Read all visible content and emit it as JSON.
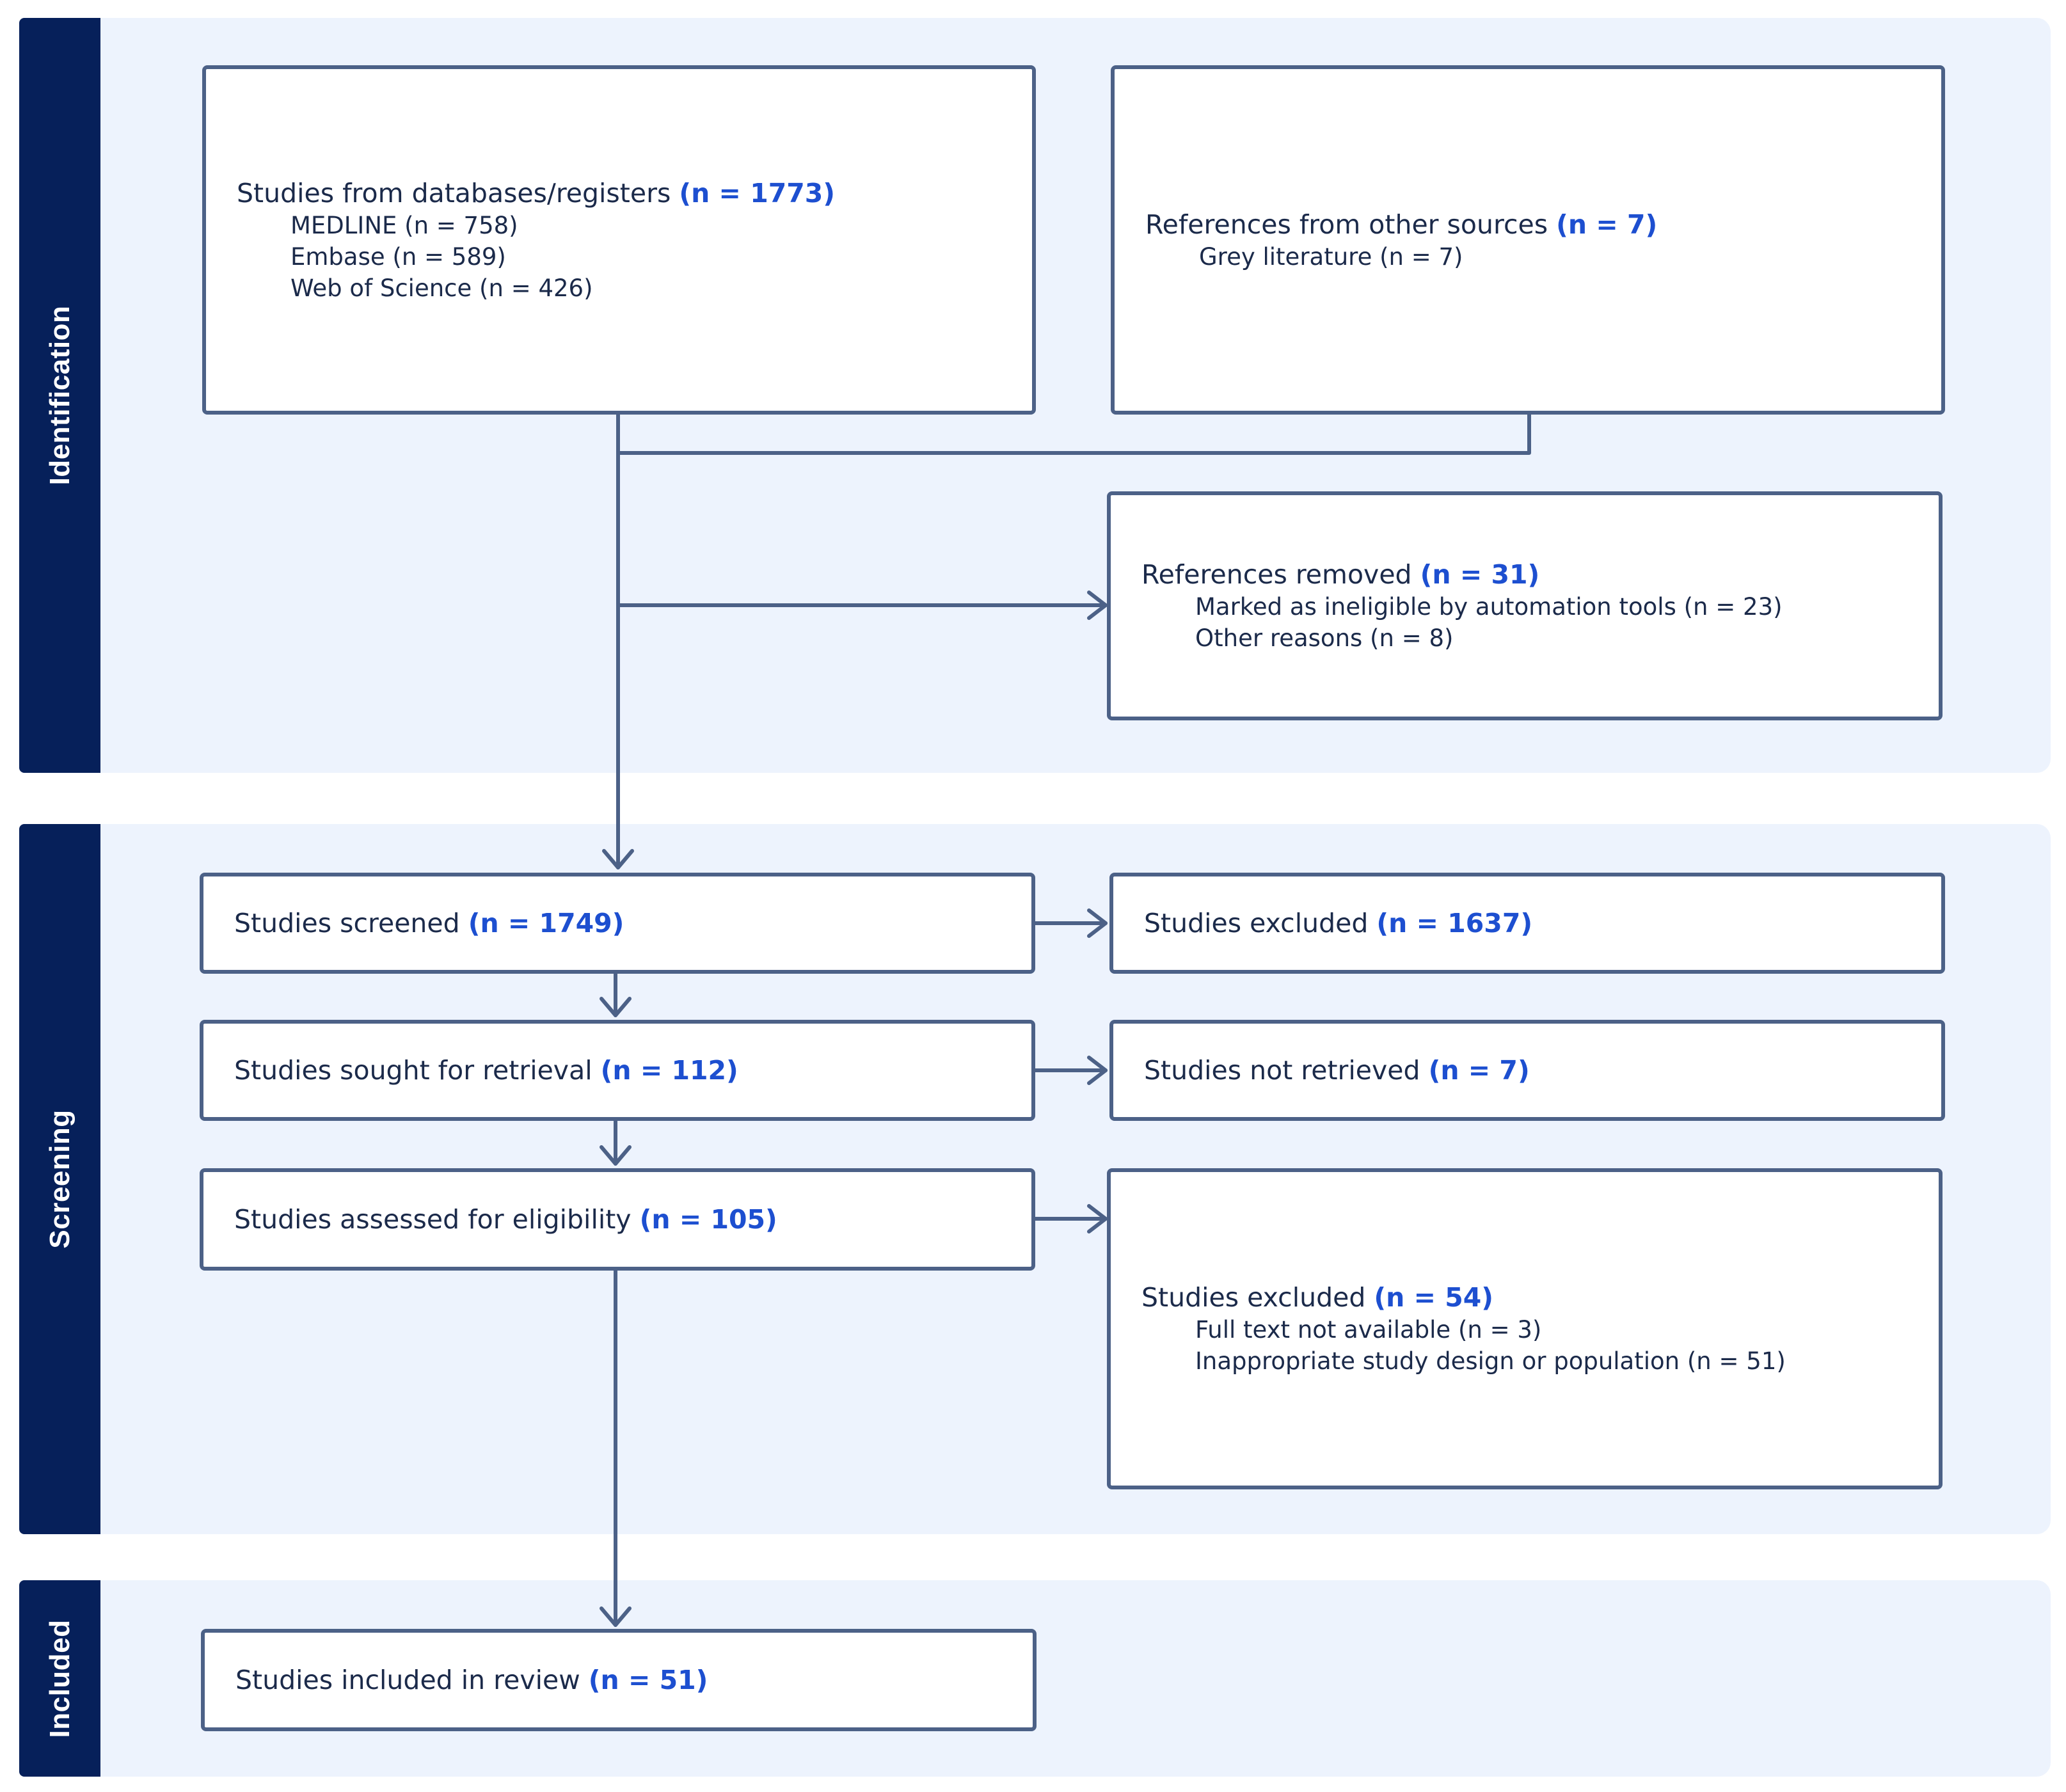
{
  "stages": {
    "identification": "Identification",
    "screening": "Screening",
    "included": "Included"
  },
  "boxes": {
    "databases": {
      "title": "Studies from databases/registers",
      "count": "(n = 1773)",
      "items": [
        "MEDLINE (n = 758)",
        "Embase (n = 589)",
        "Web of Science (n = 426)"
      ]
    },
    "other_sources": {
      "title": "References from other sources",
      "count": "(n = 7)",
      "items": [
        "Grey literature (n = 7)"
      ]
    },
    "removed": {
      "title": "References removed",
      "count": "(n = 31)",
      "items": [
        "Marked as ineligible by automation tools (n = 23)",
        "Other reasons (n = 8)"
      ]
    },
    "screened": {
      "title": "Studies screened",
      "count": "(n = 1749)"
    },
    "excluded_screening": {
      "title": "Studies excluded",
      "count": "(n = 1637)"
    },
    "sought": {
      "title": "Studies sought for retrieval",
      "count": "(n = 112)"
    },
    "not_retrieved": {
      "title": "Studies not retrieved",
      "count": "(n = 7)"
    },
    "assessed": {
      "title": "Studies assessed for eligibility",
      "count": "(n = 105)"
    },
    "excluded_eligibility": {
      "title": "Studies excluded",
      "count": "(n = 54)",
      "items": [
        "Full text not available (n = 3)",
        "Inappropriate study design or population (n = 51)"
      ]
    },
    "included": {
      "title": "Studies included in review",
      "count": "(n = 51)"
    }
  },
  "colors": {
    "stage_bar": "#06205a",
    "band_background": "#edf3fd",
    "box_border": "#4c6187",
    "connector": "#4c6187",
    "count_text": "#1d4fd0"
  }
}
